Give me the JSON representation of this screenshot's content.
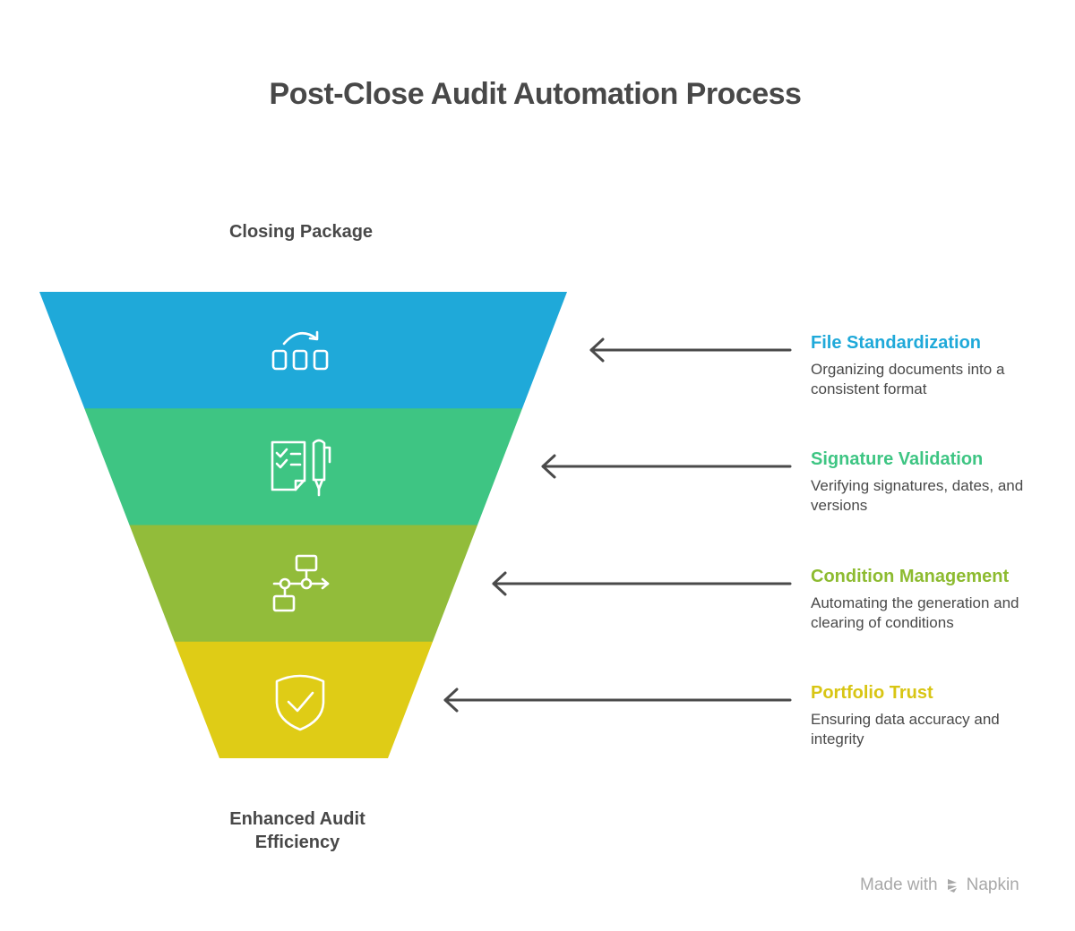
{
  "title": "Post-Close Audit Automation Process",
  "funnel": {
    "top_label": "Closing Package",
    "bottom_label": "Enhanced Audit Efficiency",
    "stages": [
      {
        "title": "File Standardization",
        "description": "Organizing documents into a consistent format",
        "icon": "file-reorder-icon",
        "color": "#1FA9D9"
      },
      {
        "title": "Signature Validation",
        "description": "Verifying signatures, dates, and versions",
        "icon": "checklist-pen-icon",
        "color": "#3EC583"
      },
      {
        "title": "Condition Management",
        "description": "Automating the generation and clearing of conditions",
        "icon": "workflow-icon",
        "color": "#92BC3A"
      },
      {
        "title": "Portfolio Trust",
        "description": "Ensuring data accuracy and integrity",
        "icon": "shield-check-icon",
        "color": "#DFCC16"
      }
    ]
  },
  "title_colors": [
    "#1FA9D9",
    "#3EC583",
    "#8DBB30",
    "#D8C513"
  ],
  "arrow_color": "#4a4a4a",
  "footer": {
    "made_with": "Made with",
    "brand": "Napkin"
  }
}
